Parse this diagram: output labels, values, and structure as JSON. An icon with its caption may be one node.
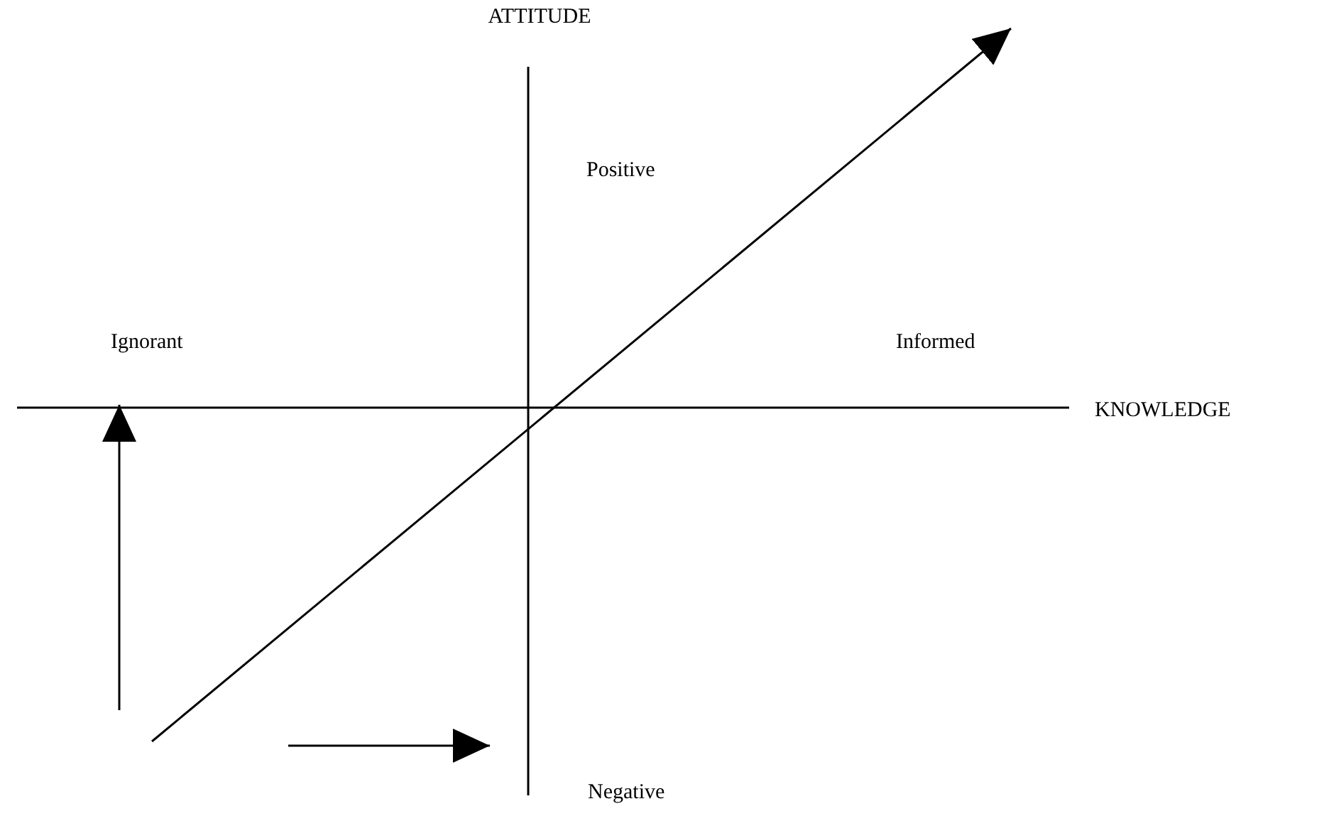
{
  "diagram": {
    "labels": [
      "ATTITUDE",
      "Positive",
      "Ignorant",
      "Informed",
      "KNOWLEDGE",
      "Negative"
    ]
  }
}
